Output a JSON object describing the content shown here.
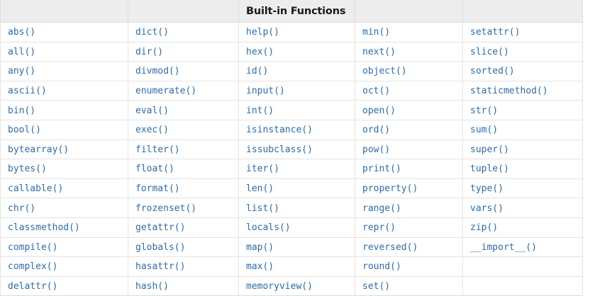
{
  "table": {
    "title": "Built-in Functions",
    "title_column_index": 2,
    "header_cells": [
      "",
      "",
      "Built-in Functions",
      "",
      ""
    ],
    "columns": [
      [
        "abs()",
        "all()",
        "any()",
        "ascii()",
        "bin()",
        "bool()",
        "bytearray()",
        "bytes()",
        "callable()",
        "chr()",
        "classmethod()",
        "compile()",
        "complex()",
        "delattr()"
      ],
      [
        "dict()",
        "dir()",
        "divmod()",
        "enumerate()",
        "eval()",
        "exec()",
        "filter()",
        "float()",
        "format()",
        "frozenset()",
        "getattr()",
        "globals()",
        "hasattr()",
        "hash()"
      ],
      [
        "help()",
        "hex()",
        "id()",
        "input()",
        "int()",
        "isinstance()",
        "issubclass()",
        "iter()",
        "len()",
        "list()",
        "locals()",
        "map()",
        "max()",
        "memoryview()"
      ],
      [
        "min()",
        "next()",
        "object()",
        "oct()",
        "open()",
        "ord()",
        "pow()",
        "print()",
        "property()",
        "range()",
        "repr()",
        "reversed()",
        "round()",
        "set()"
      ],
      [
        "setattr()",
        "slice()",
        "sorted()",
        "staticmethod()",
        "str()",
        "sum()",
        "super()",
        "tuple()",
        "type()",
        "vars()",
        "zip()",
        "__import__()",
        "",
        ""
      ]
    ],
    "row_count": 14,
    "column_count": 5,
    "colors": {
      "link": "#2b6cb0",
      "header_background": "#ededed",
      "header_text": "#1a1a1a",
      "cell_background": "#ffffff",
      "border": "#e0e0e0",
      "page_background": "#ffffff"
    }
  }
}
